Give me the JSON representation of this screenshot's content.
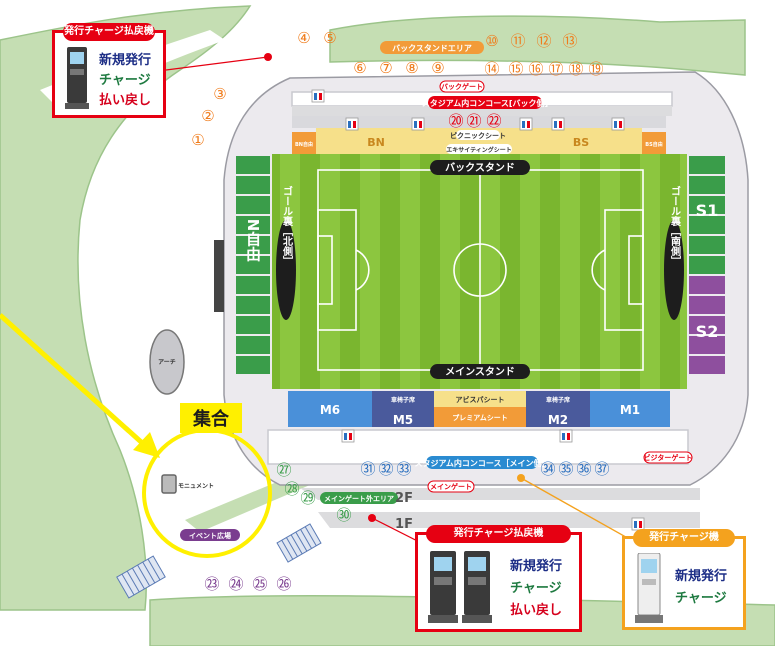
{
  "colors": {
    "background": "#ffffff",
    "green_area": "#c5deb3",
    "green_edge": "#9cc48a",
    "concourse": "#dcdcde",
    "stadium_outline": "#9b9ba3",
    "pitch_light": "#8cc63f",
    "pitch_dark": "#7ab62f",
    "seat_green": "#3a9d4a",
    "seat_purple": "#8e4f9e",
    "seat_blue": "#4a90d9",
    "seat_navy": "#4a5a9c",
    "seat_yellow": "#f6e08a",
    "seat_orange": "#f29b38",
    "gate_red": "#e60012",
    "number_orange": "#f07c1c",
    "number_blue": "#2a6fbf",
    "number_green": "#3a9d4a",
    "number_purple": "#7a3d8f",
    "assembly_yellow": "#fff000",
    "box_red": "#e60012",
    "box_orange": "#f4a21e",
    "label_black": "#222222"
  },
  "labels": {
    "back_stand_area": "バックスタンドエリア",
    "back_gate": "バックゲート",
    "concourse_back": "スタジアム内コンコース[バック側]",
    "picnic_seat": "ピクニックシート",
    "excite_seat": "エキサイティングシート",
    "bn": "BN",
    "bs": "BS",
    "bn_free": "BN自由",
    "bs_free": "BS自由",
    "back_stand": "バックスタンド",
    "main_stand": "メインスタンド",
    "goal_north": "ゴール裏［北側］",
    "goal_south": "ゴール裏［南側］",
    "n_free": "N自由",
    "s1": "S1",
    "s2": "S2",
    "m6": "M6",
    "m5": "M5",
    "m2": "M2",
    "m1": "M1",
    "wheelchair_left": "車椅子席",
    "wheelchair_right": "車椅子席",
    "avispa_seat": "アビスパシート",
    "premium_seat": "プレミアムシート",
    "concourse_main": "スタジアム内コンコース［メイン側］",
    "visitor_gate": "ビジターゲート",
    "main_gate": "メインゲート",
    "main_gate_outer": "メインゲート外エリア",
    "floor_2f": "2F",
    "floor_1f": "1F",
    "arch": "アーチ",
    "monument": "モニュメント",
    "event_plaza": "イベント広場",
    "assembly": "集合"
  },
  "markers": {
    "orange": [
      "①",
      "②",
      "③",
      "④",
      "⑤",
      "⑥",
      "⑦",
      "⑧",
      "⑨",
      "⑩",
      "⑪",
      "⑫",
      "⑬",
      "⑭",
      "⑮",
      "⑯",
      "⑰",
      "⑱",
      "⑲"
    ],
    "red": [
      "⑳",
      "㉑",
      "㉒"
    ],
    "blue": [
      "㉛",
      "㉜",
      "㉝",
      "㉞",
      "㉟",
      "㊱",
      "㊲"
    ],
    "green": [
      "㉗",
      "㉘",
      "㉙",
      "㉚"
    ],
    "purple": [
      "㉓",
      "㉔",
      "㉕",
      "㉖"
    ]
  },
  "boxes": {
    "top_left": {
      "title": "発行チャージ払戻機",
      "line1": "新規発行",
      "line2": "チャージ",
      "line3": "払い戻し"
    },
    "bottom_mid": {
      "title": "発行チャージ払戻機",
      "line1": "新規発行",
      "line2": "チャージ",
      "line3": "払い戻し"
    },
    "bottom_right": {
      "title": "発行チャージ機",
      "line1": "新規発行",
      "line2": "チャージ"
    }
  }
}
